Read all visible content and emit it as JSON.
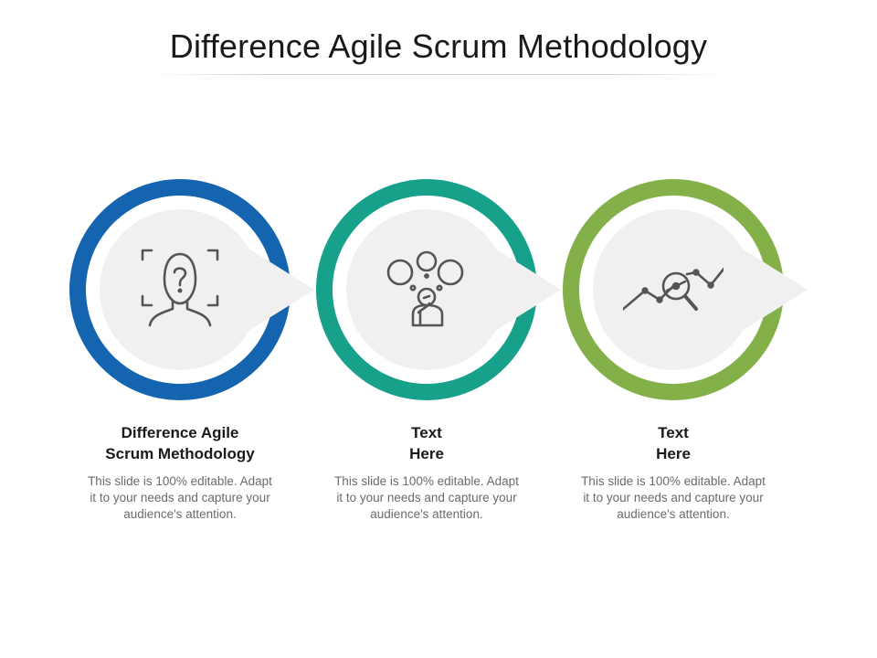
{
  "title": "Difference Agile Scrum Methodology",
  "colors": {
    "ring_1": "#1464B0",
    "ring_2": "#17A08A",
    "ring_3": "#84B04A",
    "inner": "#F0F0F0",
    "icon": "#555555"
  },
  "steps": [
    {
      "icon": "person-question-icon",
      "heading_lines": [
        "Difference Agile",
        "Scrum Methodology"
      ],
      "desc_lines": [
        "This slide is 100% editable. Adapt",
        "it to your needs and capture your",
        "audience's attention."
      ]
    },
    {
      "icon": "thinking-person-icon",
      "heading_lines": [
        "Text",
        "Here"
      ],
      "desc_lines": [
        "This slide is 100% editable. Adapt",
        "it to your needs and capture your",
        "audience's attention."
      ]
    },
    {
      "icon": "chart-magnifier-icon",
      "heading_lines": [
        "Text",
        "Here"
      ],
      "desc_lines": [
        "This slide is 100% editable. Adapt",
        "it to your needs and capture your",
        "audience's attention."
      ]
    }
  ]
}
